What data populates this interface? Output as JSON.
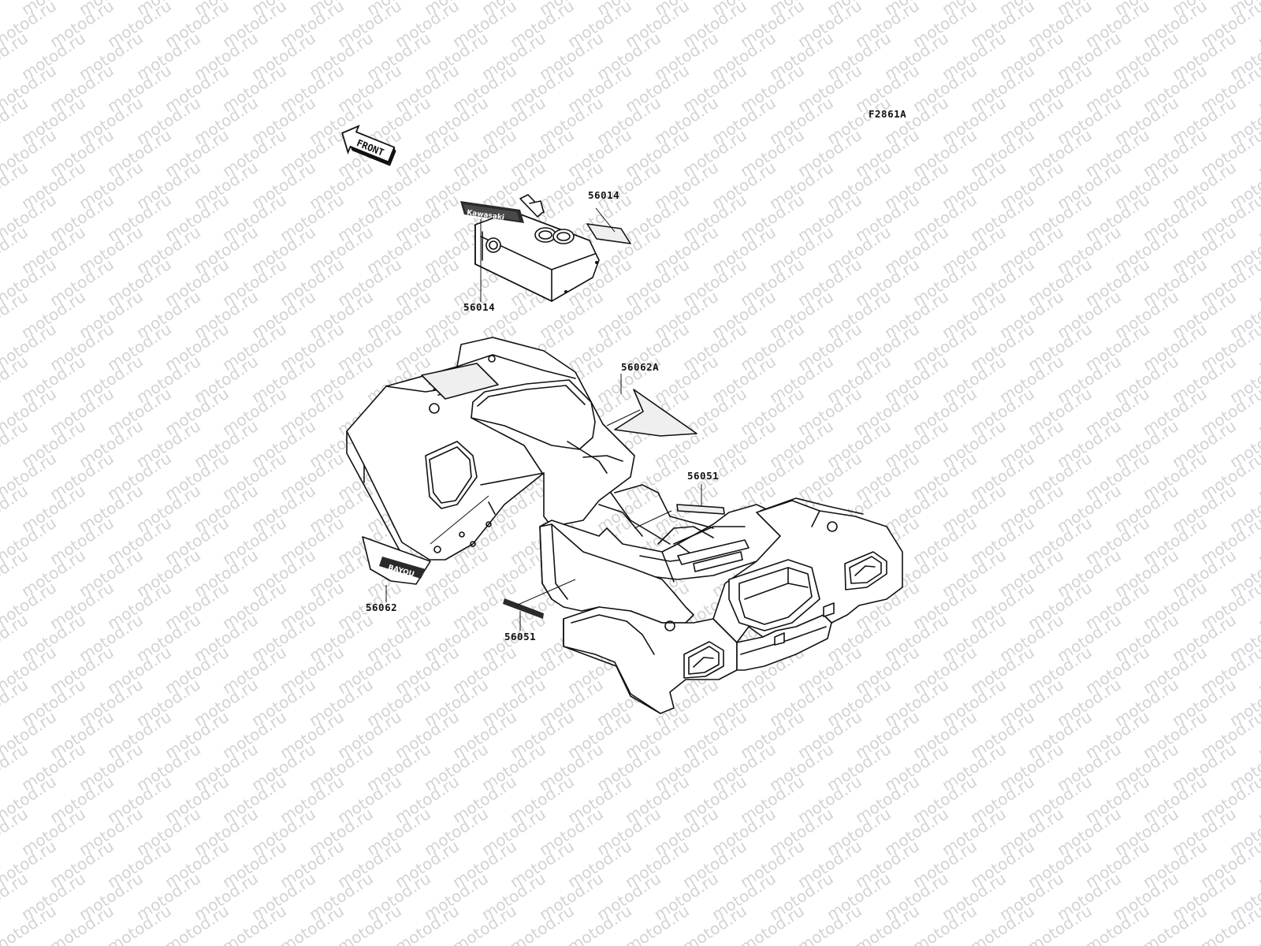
{
  "watermark": {
    "text": "motod.ru",
    "color": "#d3d3d3"
  },
  "figure_code": "F2861A",
  "direction_arrow": {
    "text": "FRONT",
    "icon": "front-arrow-icon"
  },
  "callouts": [
    {
      "id": "56014-top",
      "part_number": "56014"
    },
    {
      "id": "56014-bottom",
      "part_number": "56014"
    },
    {
      "id": "56062A",
      "part_number": "56062A"
    },
    {
      "id": "56051-right",
      "part_number": "56051"
    },
    {
      "id": "56062",
      "part_number": "56062"
    },
    {
      "id": "56051-bottom",
      "part_number": "56051"
    }
  ],
  "decals": {
    "front_cover_logo": "Kawasaki",
    "rear_fender_logo": "BAYOU"
  }
}
